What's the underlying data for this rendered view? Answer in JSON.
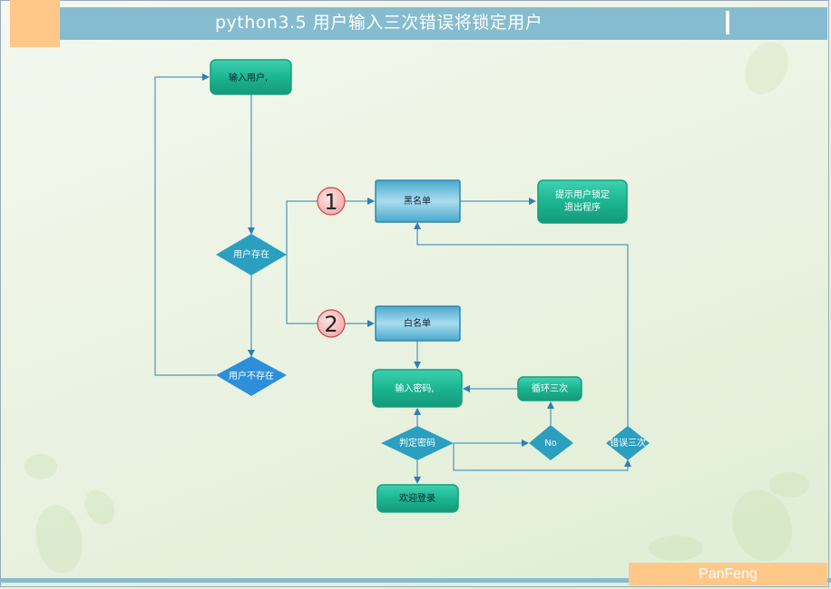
{
  "title": "python3.5 用户输入三次错误将锁定用户",
  "author": "PanFeng",
  "colors": {
    "header": "#86bcd0",
    "accent_orange": "#ffc889",
    "teal_node": "#1bb591",
    "blue_node": "#67bcd8",
    "diamond_dark": "#2b9fc0",
    "diamond_bright": "#2d8fd8",
    "line": "#2f7fb3",
    "circle_fill": "#f7c3c3",
    "circle_stroke": "#cc4444"
  },
  "nodes": {
    "input_user": "输入用户,",
    "user_exists": "用户存在",
    "user_not_exists": "用户不存在",
    "blacklist": "黑名单",
    "whitelist": "白名单",
    "lock_notice": [
      "提示用户锁定",
      "退出程序"
    ],
    "input_password": "输入密码,",
    "loop_three": "循环三次",
    "check_password": "判定密码",
    "no": "No",
    "error_three": "错误三次",
    "welcome": "欢迎登录"
  },
  "markers": {
    "one": "1",
    "two": "2"
  }
}
